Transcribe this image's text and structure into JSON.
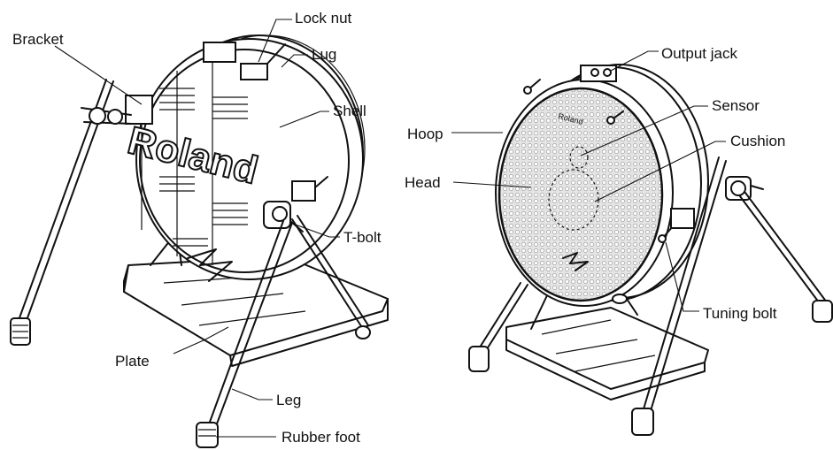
{
  "left_drum": {
    "labels": {
      "bracket": "Bracket",
      "lock_nut": "Lock nut",
      "lug": "Lug",
      "shell": "Shell",
      "t_bolt": "T-bolt",
      "plate": "Plate",
      "leg": "Leg",
      "rubber_foot": "Rubber foot"
    },
    "logo_text": "Roland"
  },
  "right_drum": {
    "labels": {
      "output_jack": "Output jack",
      "sensor": "Sensor",
      "hoop": "Hoop",
      "cushion": "Cushion",
      "head": "Head",
      "tuning_bolt": "Tuning bolt"
    },
    "logo_text": "Roland"
  },
  "colors": {
    "ink": "#111111",
    "background": "#ffffff",
    "mesh": "#d9d9d9"
  }
}
